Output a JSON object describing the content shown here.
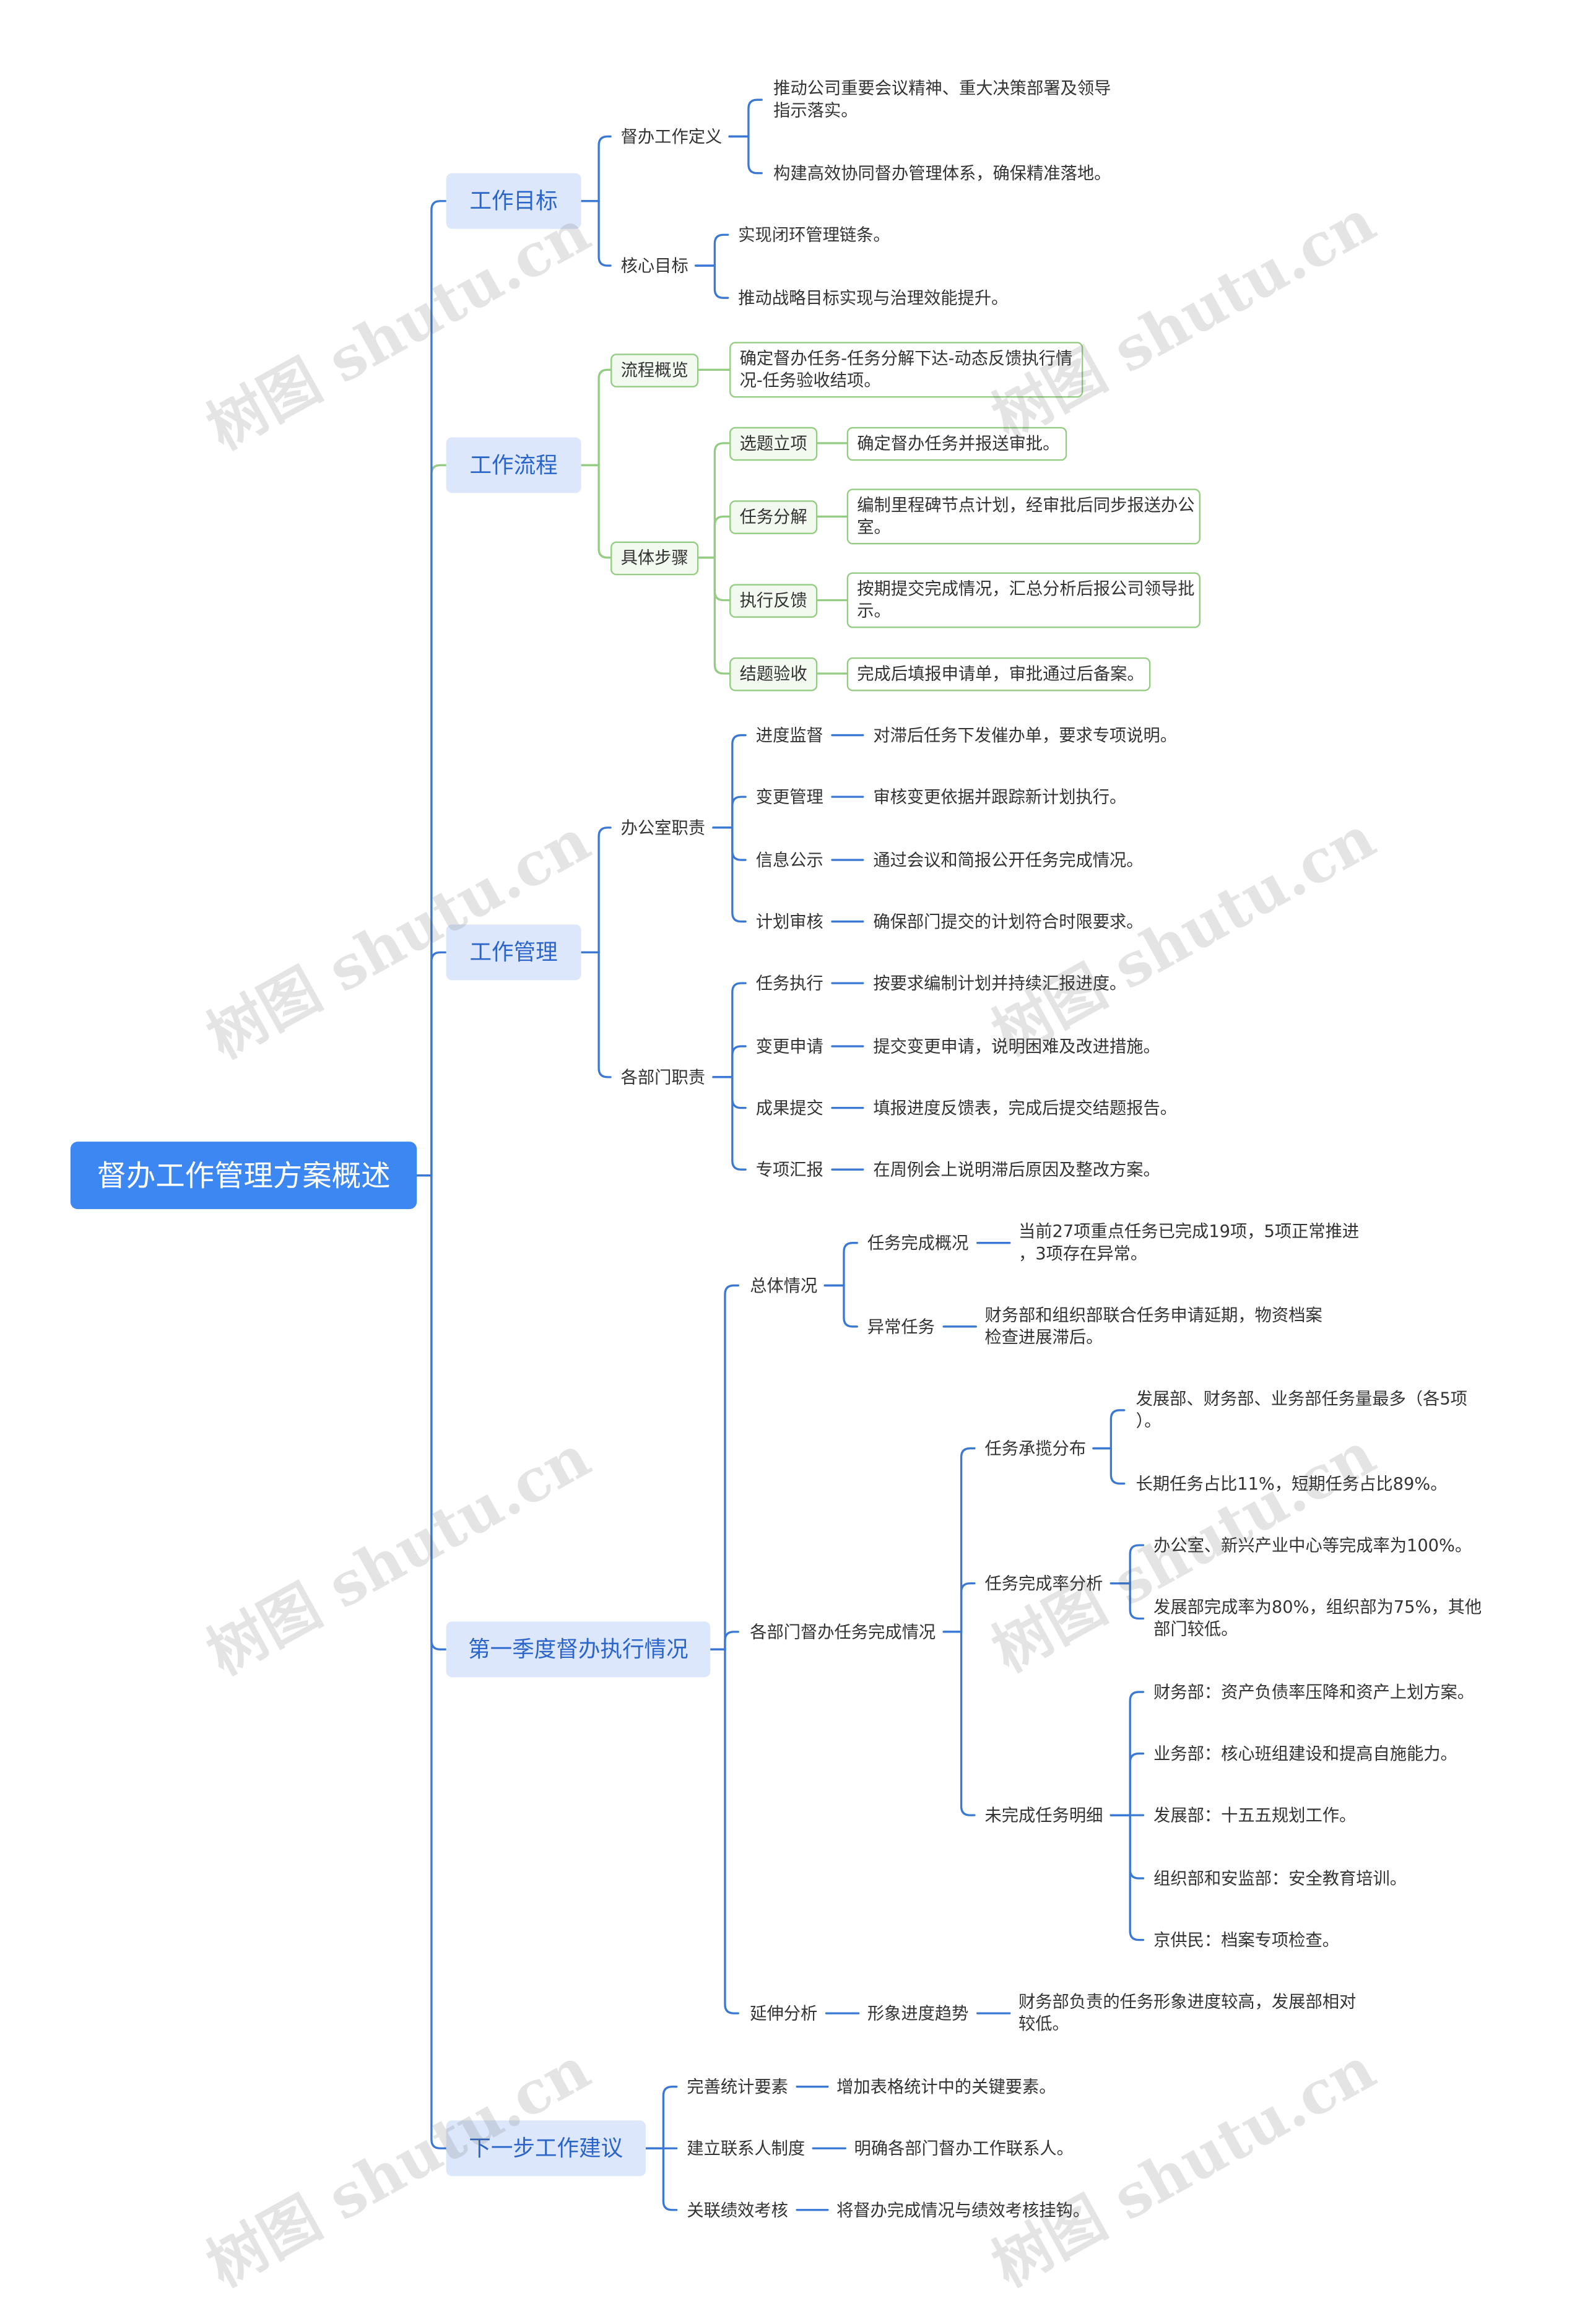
{
  "title": "督办工作管理方案概述",
  "watermark": "树图 shutu.cn",
  "colors": {
    "root_fill": "#3d87f2",
    "branch_fill": "#dde7fb",
    "branch_text": "#2b65c9",
    "line_blue": "#3a78d4",
    "line_green": "#95cc84"
  },
  "branches": [
    {
      "label": "工作目标",
      "children": [
        {
          "label": "督办工作定义",
          "children": [
            {
              "label": "推动公司重要会议精神、重大决策部署及领导\n指示落实。"
            },
            {
              "label": "构建高效协同督办管理体系，确保精准落地。"
            }
          ]
        },
        {
          "label": "核心目标",
          "children": [
            {
              "label": "实现闭环管理链条。"
            },
            {
              "label": "推动战略目标实现与治理效能提升。"
            }
          ]
        }
      ]
    },
    {
      "label": "工作流程",
      "children": [
        {
          "label": "流程概览",
          "children": [
            {
              "label": "确定督办任务-任务分解下达-动态反馈执行情\n况-任务验收结项。"
            }
          ]
        },
        {
          "label": "具体步骤",
          "children": [
            {
              "label": "选题立项",
              "children": [
                {
                  "label": "确定督办任务并报送审批。"
                }
              ]
            },
            {
              "label": "任务分解",
              "children": [
                {
                  "label": "编制里程碑节点计划，经审批后同步报送办公\n室。"
                }
              ]
            },
            {
              "label": "执行反馈",
              "children": [
                {
                  "label": "按期提交完成情况，汇总分析后报公司领导批\n示。"
                }
              ]
            },
            {
              "label": "结题验收",
              "children": [
                {
                  "label": "完成后填报申请单，审批通过后备案。"
                }
              ]
            }
          ]
        }
      ]
    },
    {
      "label": "工作管理",
      "children": [
        {
          "label": "办公室职责",
          "children": [
            {
              "label": "进度监督",
              "children": [
                {
                  "label": "对滞后任务下发催办单，要求专项说明。"
                }
              ]
            },
            {
              "label": "变更管理",
              "children": [
                {
                  "label": "审核变更依据并跟踪新计划执行。"
                }
              ]
            },
            {
              "label": "信息公示",
              "children": [
                {
                  "label": "通过会议和简报公开任务完成情况。"
                }
              ]
            },
            {
              "label": "计划审核",
              "children": [
                {
                  "label": "确保部门提交的计划符合时限要求。"
                }
              ]
            }
          ]
        },
        {
          "label": "各部门职责",
          "children": [
            {
              "label": "任务执行",
              "children": [
                {
                  "label": "按要求编制计划并持续汇报进度。"
                }
              ]
            },
            {
              "label": "变更申请",
              "children": [
                {
                  "label": "提交变更申请，说明困难及改进措施。"
                }
              ]
            },
            {
              "label": "成果提交",
              "children": [
                {
                  "label": "填报进度反馈表，完成后提交结题报告。"
                }
              ]
            },
            {
              "label": "专项汇报",
              "children": [
                {
                  "label": "在周例会上说明滞后原因及整改方案。"
                }
              ]
            }
          ]
        }
      ]
    },
    {
      "label": "第一季度督办执行情况",
      "children": [
        {
          "label": "总体情况",
          "children": [
            {
              "label": "任务完成概况",
              "children": [
                {
                  "label": "当前27项重点任务已完成19项，5项正常推进\n，3项存在异常。"
                }
              ]
            },
            {
              "label": "异常任务",
              "children": [
                {
                  "label": "财务部和组织部联合任务申请延期，物资档案\n检查进展滞后。"
                }
              ]
            }
          ]
        },
        {
          "label": "各部门督办任务完成情况",
          "children": [
            {
              "label": "任务承揽分布",
              "children": [
                {
                  "label": "发展部、财务部、业务部任务量最多（各5项\n）。"
                },
                {
                  "label": "长期任务占比11%，短期任务占比89%。"
                }
              ]
            },
            {
              "label": "任务完成率分析",
              "children": [
                {
                  "label": "办公室、新兴产业中心等完成率为100%。"
                },
                {
                  "label": "发展部完成率为80%，组织部为75%，其他\n部门较低。"
                }
              ]
            },
            {
              "label": "未完成任务明细",
              "children": [
                {
                  "label": "财务部：资产负债率压降和资产上划方案。"
                },
                {
                  "label": "业务部：核心班组建设和提高自施能力。"
                },
                {
                  "label": "发展部：十五五规划工作。"
                },
                {
                  "label": "组织部和安监部：安全教育培训。"
                },
                {
                  "label": "京供民：档案专项检查。"
                }
              ]
            }
          ]
        },
        {
          "label": "延伸分析",
          "children": [
            {
              "label": "形象进度趋势",
              "children": [
                {
                  "label": "财务部负责的任务形象进度较高，发展部相对\n较低。"
                }
              ]
            }
          ]
        }
      ]
    },
    {
      "label": "下一步工作建议",
      "children": [
        {
          "label": "完善统计要素",
          "children": [
            {
              "label": "增加表格统计中的关键要素。"
            }
          ]
        },
        {
          "label": "建立联系人制度",
          "children": [
            {
              "label": "明确各部门督办工作联系人。"
            }
          ]
        },
        {
          "label": "关联绩效考核",
          "children": [
            {
              "label": "将督办完成情况与绩效考核挂钩。"
            }
          ]
        }
      ]
    }
  ]
}
